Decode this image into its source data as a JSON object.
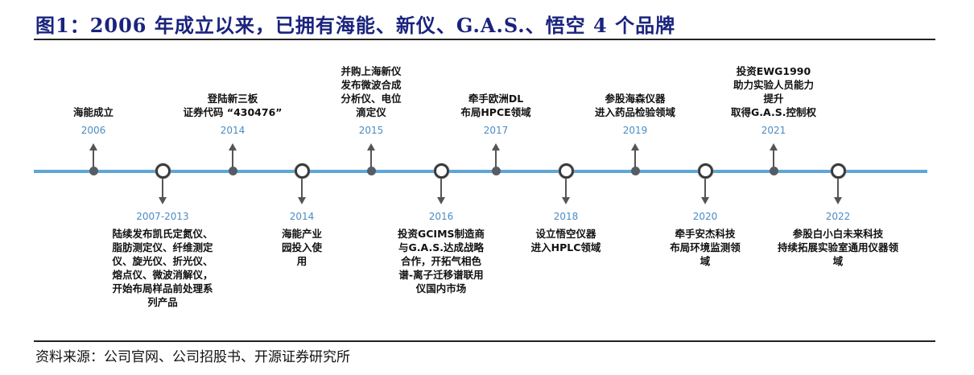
{
  "title": "图1：2006 年成立以来，已拥有海能、新仪、G.A.S.、悟空 4 个品牌",
  "source": "资料来源：公司官网、公司招股书、开源证券研究所",
  "colors": {
    "axis": "#5ea6d6",
    "year": "#4a8cc4",
    "title": "#1a237e"
  },
  "events": [
    {
      "year": "2006",
      "side": "above",
      "lines": [
        "海能成立"
      ]
    },
    {
      "year": "2007-2013",
      "side": "below",
      "lines": [
        "陆续发布凯氏定氮仪、",
        "脂肪测定仪、纤维测定",
        "仪、旋光仪、折光仪、",
        "熔点仪、微波消解仪，",
        "开始布局样品前处理系",
        "列产品"
      ]
    },
    {
      "year": "2014",
      "side": "above",
      "lines": [
        "登陆新三板",
        "证券代码 “430476”"
      ]
    },
    {
      "year": "2014",
      "side": "below",
      "lines": [
        "海能产业",
        "园投入使",
        "用"
      ]
    },
    {
      "year": "2015",
      "side": "above",
      "lines": [
        "并购上海新仪",
        "发布微波合成",
        "分析仪、电位",
        "滴定仪"
      ]
    },
    {
      "year": "2016",
      "side": "below",
      "lines": [
        "投资GCIMS制造商",
        "与G.A.S.达成战略",
        "合作，开拓气相色",
        "谱-离子迁移谱联用",
        "仪国内市场"
      ]
    },
    {
      "year": "2017",
      "side": "above",
      "lines": [
        "牵手欧洲DL",
        "布局HPCE领域"
      ]
    },
    {
      "year": "2018",
      "side": "below",
      "lines": [
        "设立悟空仪器",
        "进入HPLC领域"
      ]
    },
    {
      "year": "2019",
      "side": "above",
      "lines": [
        "参股海森仪器",
        "进入药品检验领域"
      ]
    },
    {
      "year": "2020",
      "side": "below",
      "lines": [
        "牵手安杰科技",
        "布局环境监测领",
        "域"
      ]
    },
    {
      "year": "2021",
      "side": "above",
      "lines": [
        "投资EWG1990",
        "助力实验人员能力",
        "提升",
        "取得G.A.S.控制权"
      ]
    },
    {
      "year": "2022",
      "side": "below",
      "lines": [
        "参股白小白未来科技",
        "持续拓展实验室通用仪器领",
        "域"
      ]
    }
  ]
}
